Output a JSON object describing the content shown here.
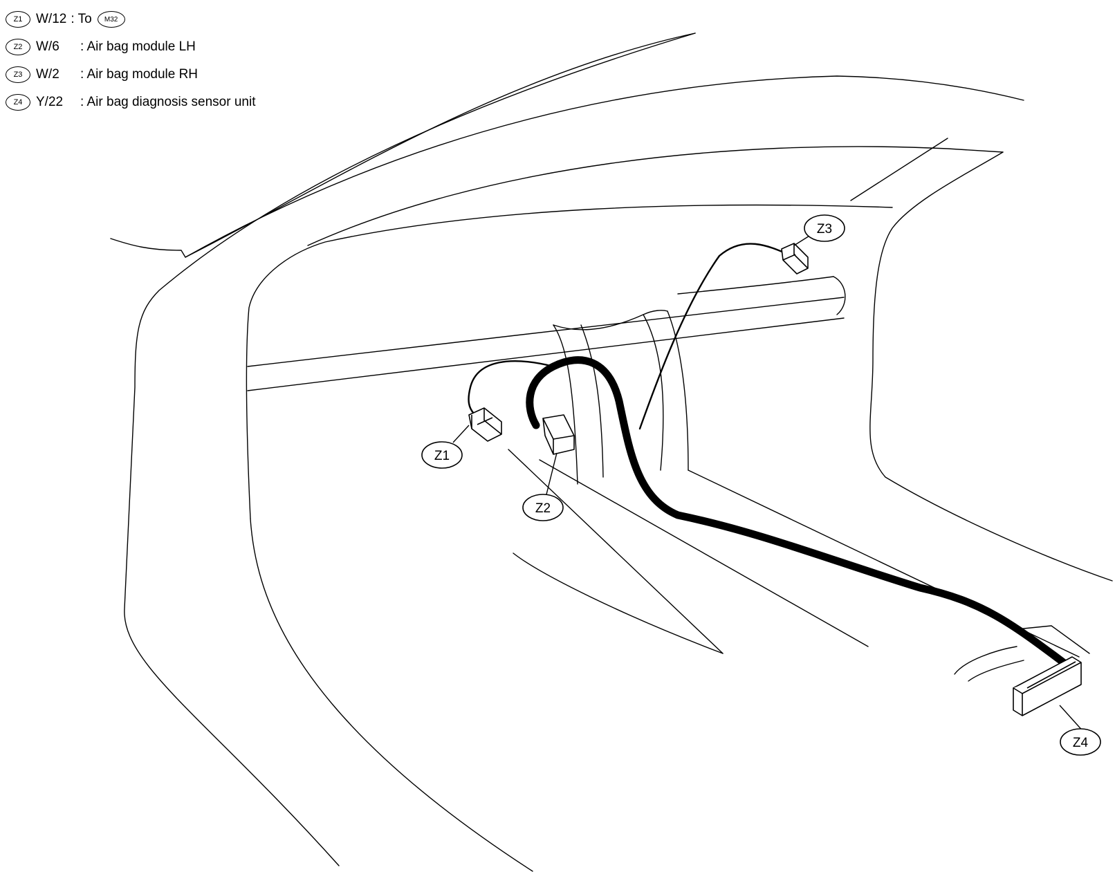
{
  "legend": [
    {
      "id": "Z1",
      "code": "W/12",
      "desc": ": To",
      "ref": "M32"
    },
    {
      "id": "Z2",
      "code": "W/6",
      "desc": ": Air bag module LH"
    },
    {
      "id": "Z3",
      "code": "W/2",
      "desc": ": Air bag module RH"
    },
    {
      "id": "Z4",
      "code": "Y/22",
      "desc": ": Air bag diagnosis sensor unit"
    }
  ],
  "callouts": {
    "z1": "Z1",
    "z2": "Z2",
    "z3": "Z3",
    "z4": "Z4"
  }
}
